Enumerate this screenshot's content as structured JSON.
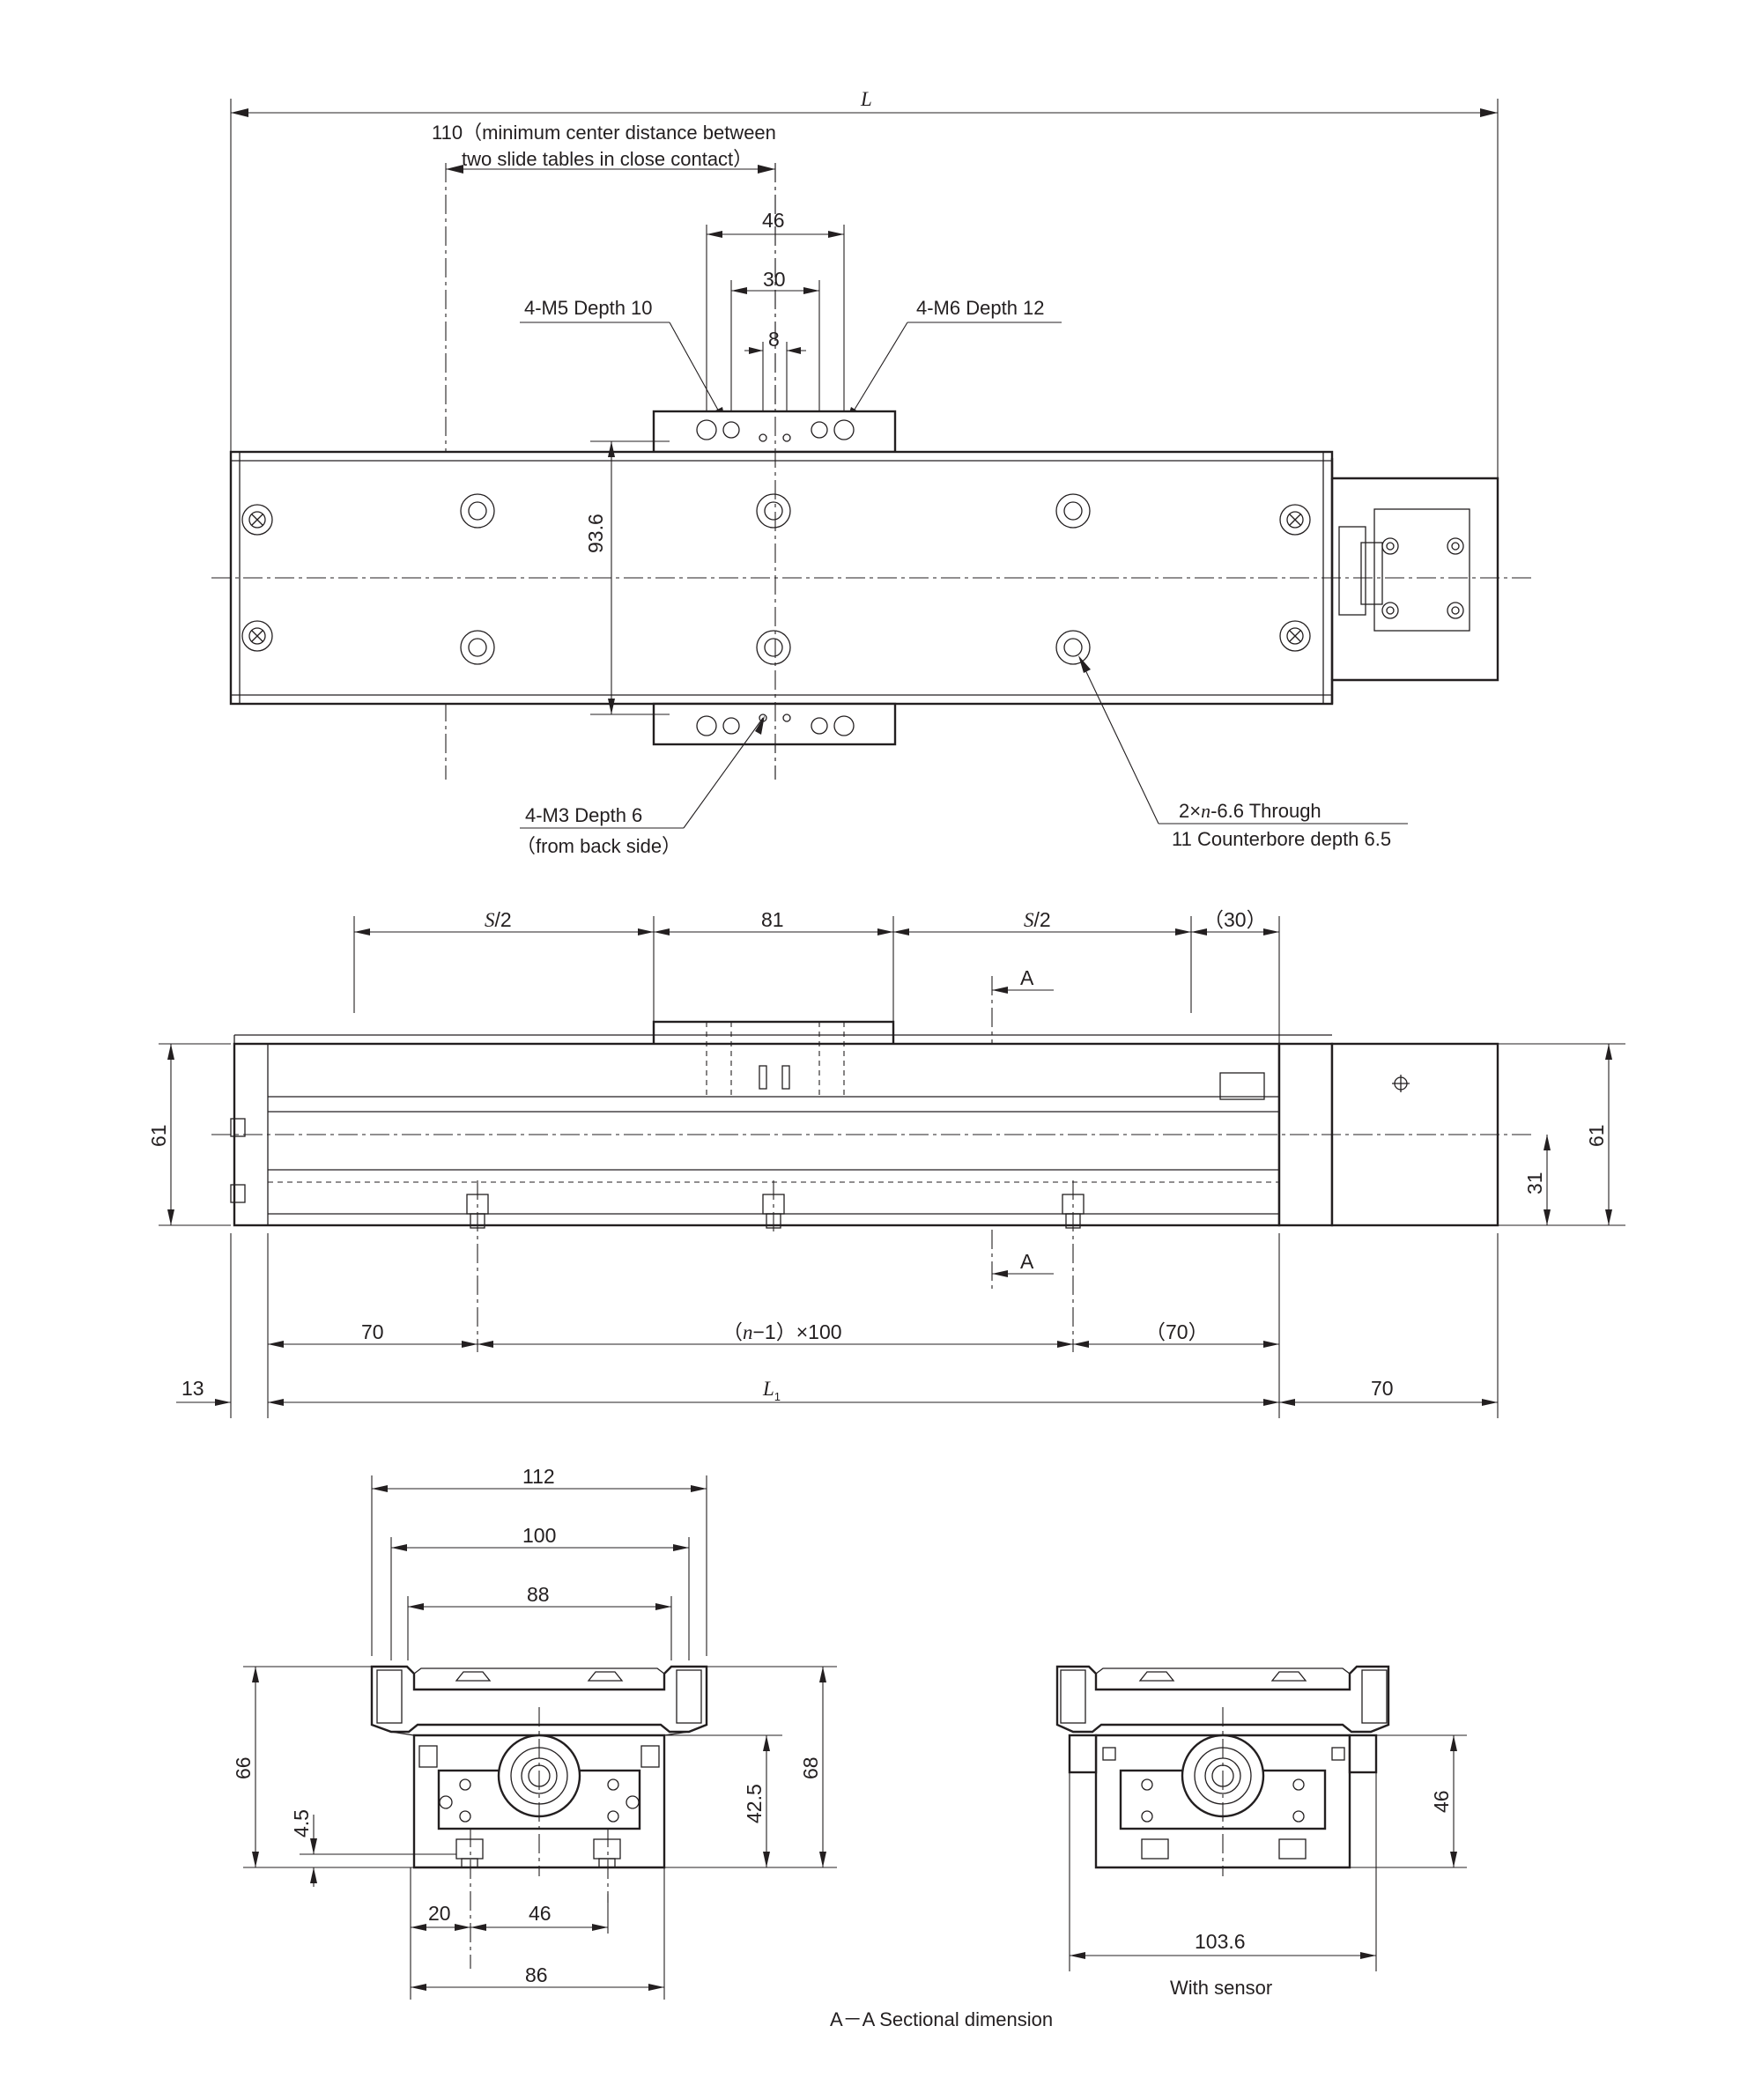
{
  "top_view": {
    "dim_L": "L",
    "dim_110_note_line1": "110（minimum center distance between",
    "dim_110_note_line2": "two slide tables in close contact）",
    "dim_46": "46",
    "dim_30": "30",
    "dim_8": "8",
    "dim_93_6": "93.6",
    "callout_m5": "4-M5 Depth 10",
    "callout_m6": "4-M6 Depth 12",
    "callout_m3_line1": "4-M3 Depth 6",
    "callout_m3_line2": "（from back side）",
    "callout_through_prefix": "2×",
    "callout_through_var": "n",
    "callout_through_suffix": "-6.6 Through",
    "callout_through_line2": "11 Counterbore depth 6.5"
  },
  "side_view": {
    "dim_s2_left_var": "S",
    "dim_s2_left_suffix": "/2",
    "dim_81": "81",
    "dim_s2_right_var": "S",
    "dim_s2_right_suffix": "/2",
    "dim_30_paren": "（30）",
    "section_mark_top": "A",
    "section_mark_bottom": "A",
    "dim_61_left": "61",
    "dim_61_right": "61",
    "dim_31": "31",
    "dim_70_left": "70",
    "dim_pitch_open": "（",
    "dim_pitch_var": "n",
    "dim_pitch_suffix": "−1）×100",
    "dim_70_right_paren": "（70）",
    "dim_13": "13",
    "dim_L1_var": "L",
    "dim_L1_sub": "1",
    "dim_70_motor": "70"
  },
  "section_view": {
    "dim_112": "112",
    "dim_100": "100",
    "dim_88": "88",
    "dim_66": "66",
    "dim_4_5": "4.5",
    "dim_42_5": "42.5",
    "dim_68": "68",
    "dim_20": "20",
    "dim_46": "46",
    "dim_86": "86"
  },
  "sensor_view": {
    "dim_46": "46",
    "dim_103_6": "103.6",
    "caption": "With sensor"
  },
  "caption": "A－A Sectional dimension"
}
